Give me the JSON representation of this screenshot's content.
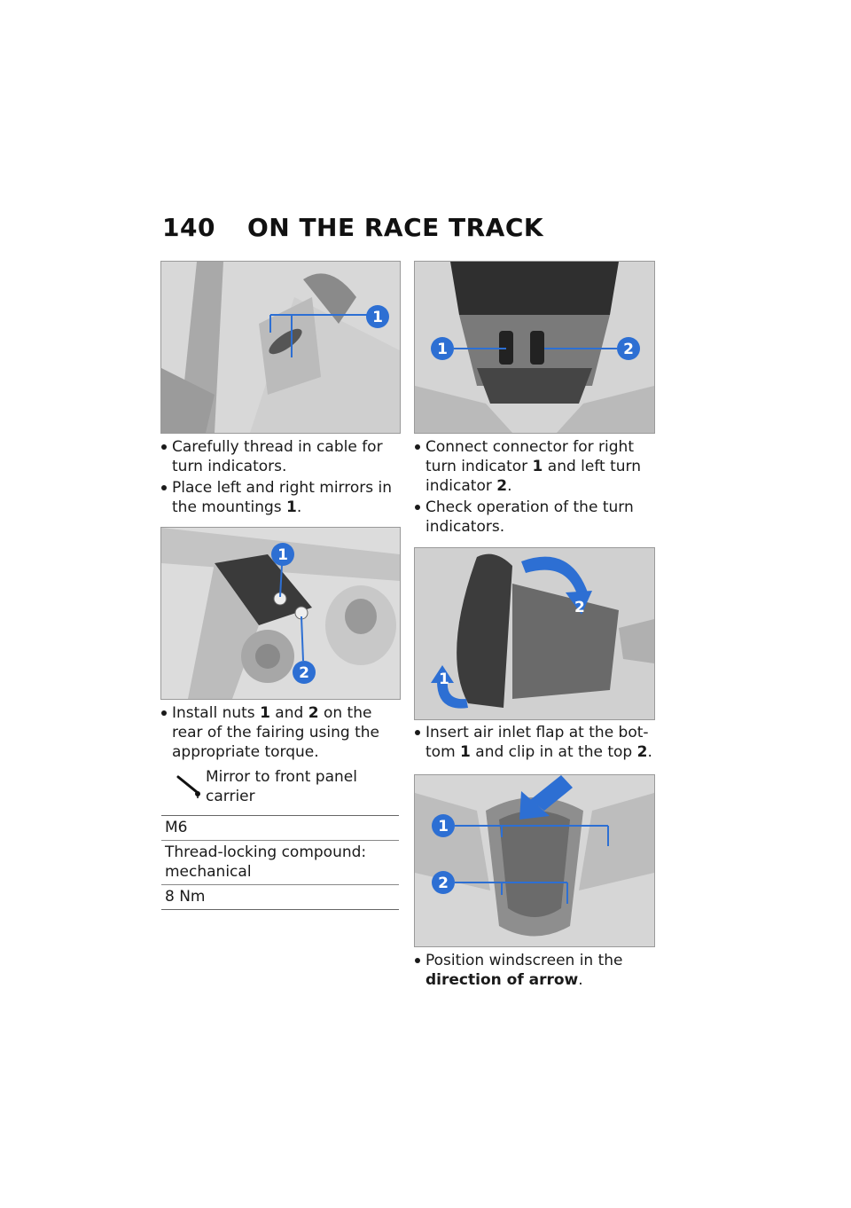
{
  "header": {
    "page_number": "140",
    "title": "ON THE RACE TRACK"
  },
  "photo1": {
    "callouts": [
      "1"
    ]
  },
  "photo2": {
    "callouts": [
      "1",
      "2"
    ]
  },
  "photo3": {
    "callouts": [
      "1",
      "2"
    ]
  },
  "photo4": {
    "callouts": [
      "1",
      "2"
    ]
  },
  "photo5": {
    "callouts": [
      "1",
      "2"
    ]
  },
  "steps_col1_a": [
    {
      "text": "Carefully thread in cable for turn indicators."
    },
    {
      "text": "Place left and right mirrors in the mountings ",
      "ref": "1",
      "tail": "."
    }
  ],
  "steps_col1_b": [
    {
      "prefix": "Install nuts ",
      "ref1": "1",
      "mid": " and ",
      "ref2": "2",
      "text": " on the rear of the fairing using the appropriate torque."
    }
  ],
  "spec": {
    "title": "Mirror to front panel carrier",
    "rows": [
      "M6",
      "Thread-locking compound: mechanical",
      "8 Nm"
    ],
    "icon": "torque-wrench-icon"
  },
  "steps_col2_a": [
    {
      "prefix": "Connect connector for right turn indicator ",
      "ref1": "1",
      "mid": " and left turn indicator ",
      "ref2": "2",
      "tail": "."
    },
    {
      "text": "Check operation of the turn indicators."
    }
  ],
  "steps_col2_b": [
    {
      "prefix": "Insert air inlet flap at the bot-tom ",
      "ref1": "1",
      "mid": " and clip in at the top ",
      "ref2": "2",
      "tail": "."
    }
  ],
  "steps_col2_c": [
    {
      "prefix": "Position windscreen in the ",
      "bold": "direction of arrow",
      "tail": "."
    }
  ],
  "colors": {
    "callout": "#2d6fd3",
    "text": "#1a1a1a"
  }
}
